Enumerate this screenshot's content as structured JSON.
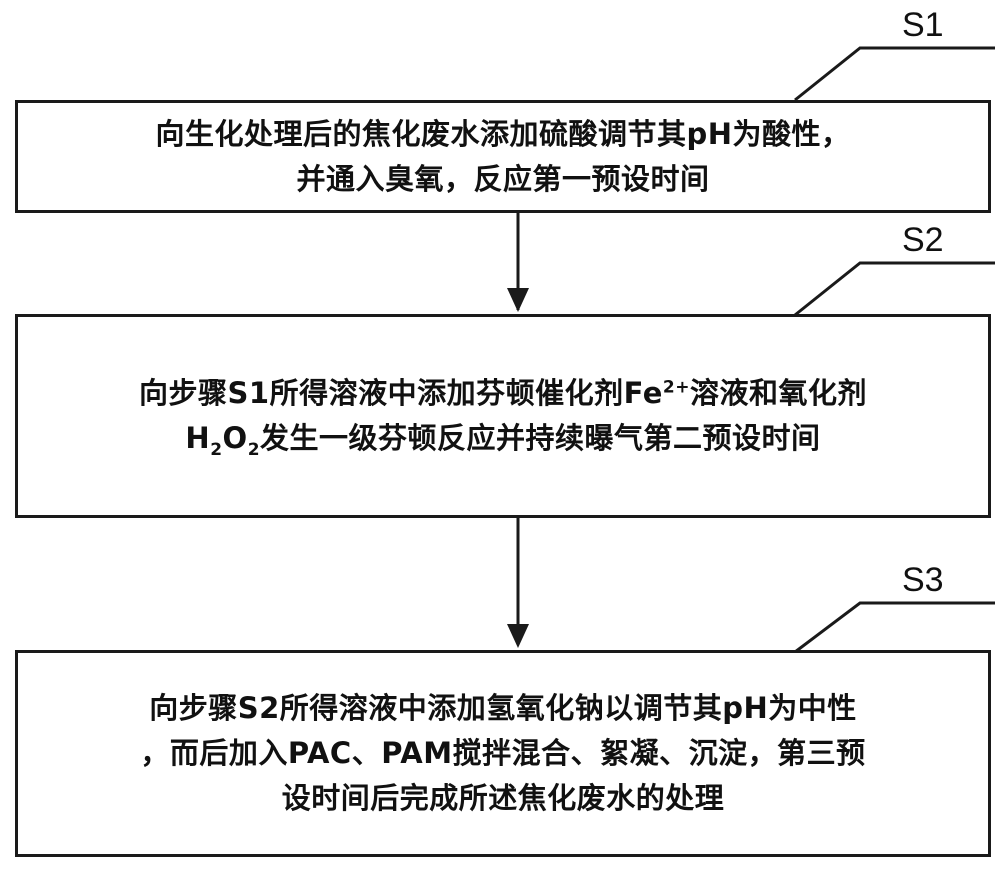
{
  "steps": [
    {
      "id": "S1",
      "label": "S1",
      "lines": [
        [
          {
            "t": "向生化处理后的焦化废水添加硫酸调节其pH为酸性，"
          }
        ],
        [
          {
            "t": "并通入臭氧，反应第一预设时间"
          }
        ]
      ]
    },
    {
      "id": "S2",
      "label": "S2",
      "lines": [
        [
          {
            "t": "向步骤S1所得溶液中添加芬顿催化剂Fe"
          },
          {
            "t": "2+",
            "sup": true
          },
          {
            "t": "溶液和氧化剂"
          }
        ],
        [
          {
            "t": "H"
          },
          {
            "t": "2",
            "sub": true
          },
          {
            "t": "O"
          },
          {
            "t": "2",
            "sub": true
          },
          {
            "t": "发生一级芬顿反应并持续曝气第二预设时间"
          }
        ]
      ]
    },
    {
      "id": "S3",
      "label": "S3",
      "lines": [
        [
          {
            "t": "向步骤S2所得溶液中添加氢氧化钠以调节其pH为中性"
          }
        ],
        [
          {
            "t": "，而后加入PAC、PAM搅拌混合、絮凝、沉淀，第三预"
          }
        ],
        [
          {
            "t": "设时间后完成所述焦化废水的处理"
          }
        ]
      ]
    }
  ]
}
